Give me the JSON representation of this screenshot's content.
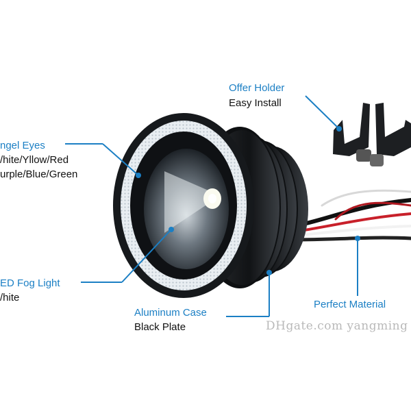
{
  "labels": {
    "angel_eyes": {
      "title": "ngel Eyes",
      "line1": "/hite/Yllow/Red",
      "line2": "urple/Blue/Green"
    },
    "offer_holder": {
      "title": "Offer Holder",
      "line1": "Easy Install"
    },
    "fog_light": {
      "title": "ED Fog Light",
      "line1": "/hite"
    },
    "aluminum_case": {
      "title": "Aluminum Case",
      "line1": "Black Plate"
    },
    "perfect_material": {
      "title": "Perfect Material"
    }
  },
  "watermark": "DHgate.com  yangming",
  "colors": {
    "accent": "#1b7fc4",
    "text": "#111111",
    "body": "#1a1a1a",
    "ring": "#e8eef3"
  }
}
